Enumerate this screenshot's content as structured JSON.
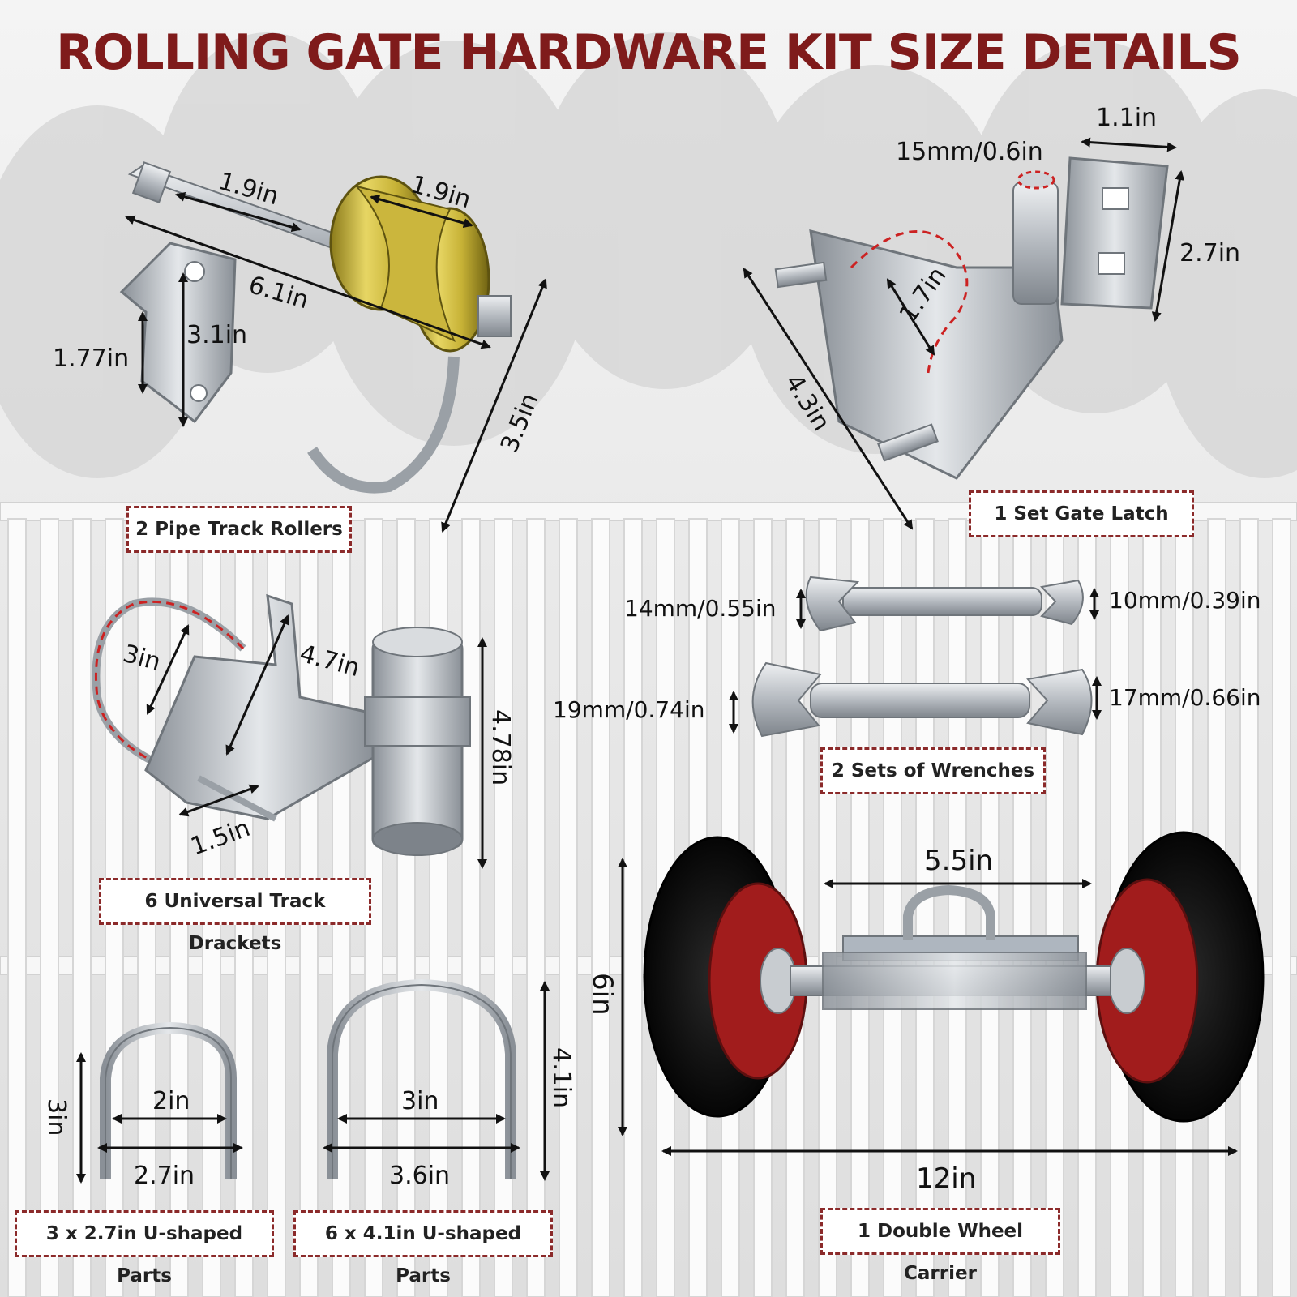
{
  "title": "ROLLING GATE HARDWARE KIT SIZE DETAILS",
  "colors": {
    "title": "#7f1b1b",
    "caption_border": "#8b2a2a",
    "dash_red": "#cc2222",
    "metal": "#b9bec4",
    "wheel_red": "#a11c1c"
  },
  "items": {
    "pipe_track_rollers": {
      "caption": "2 Pipe Track Rollers",
      "dims": {
        "shaft": "1.9in",
        "roller": "1.9in",
        "length": "6.1in",
        "plate_height": "3.1in",
        "slot": "1.77in",
        "hook": "3.5in"
      }
    },
    "gate_latch": {
      "caption": "1 Set Gate Latch",
      "dims": {
        "plate_width": "1.1in",
        "pin": "15mm/0.6in",
        "plate_height": "2.7in",
        "curve": "1.7in",
        "length": "4.3in"
      }
    },
    "wrenches": {
      "caption": "2 Sets of Wrenches",
      "dims": {
        "small_left": "14mm/0.55in",
        "small_right": "10mm/0.39in",
        "large_left": "19mm/0.74in",
        "large_right": "17mm/0.66in"
      }
    },
    "track_brackets": {
      "caption": "6 Universal Track Drackets",
      "dims": {
        "ubolt": "3in",
        "plate": "4.7in",
        "pipe": "4.78in",
        "base": "1.5in"
      }
    },
    "small_u": {
      "caption": "3 x 2.7in U-shaped Parts",
      "dims": {
        "height": "3in",
        "inner": "2in",
        "outer": "2.7in"
      }
    },
    "large_u": {
      "caption": "6 x 4.1in U-shaped Parts",
      "dims": {
        "height": "4.1in",
        "inner": "3in",
        "outer": "3.6in"
      }
    },
    "wheel_carrier": {
      "caption": "1 Double Wheel Carrier",
      "dims": {
        "gap": "5.5in",
        "height": "6in",
        "width": "12in"
      }
    }
  }
}
